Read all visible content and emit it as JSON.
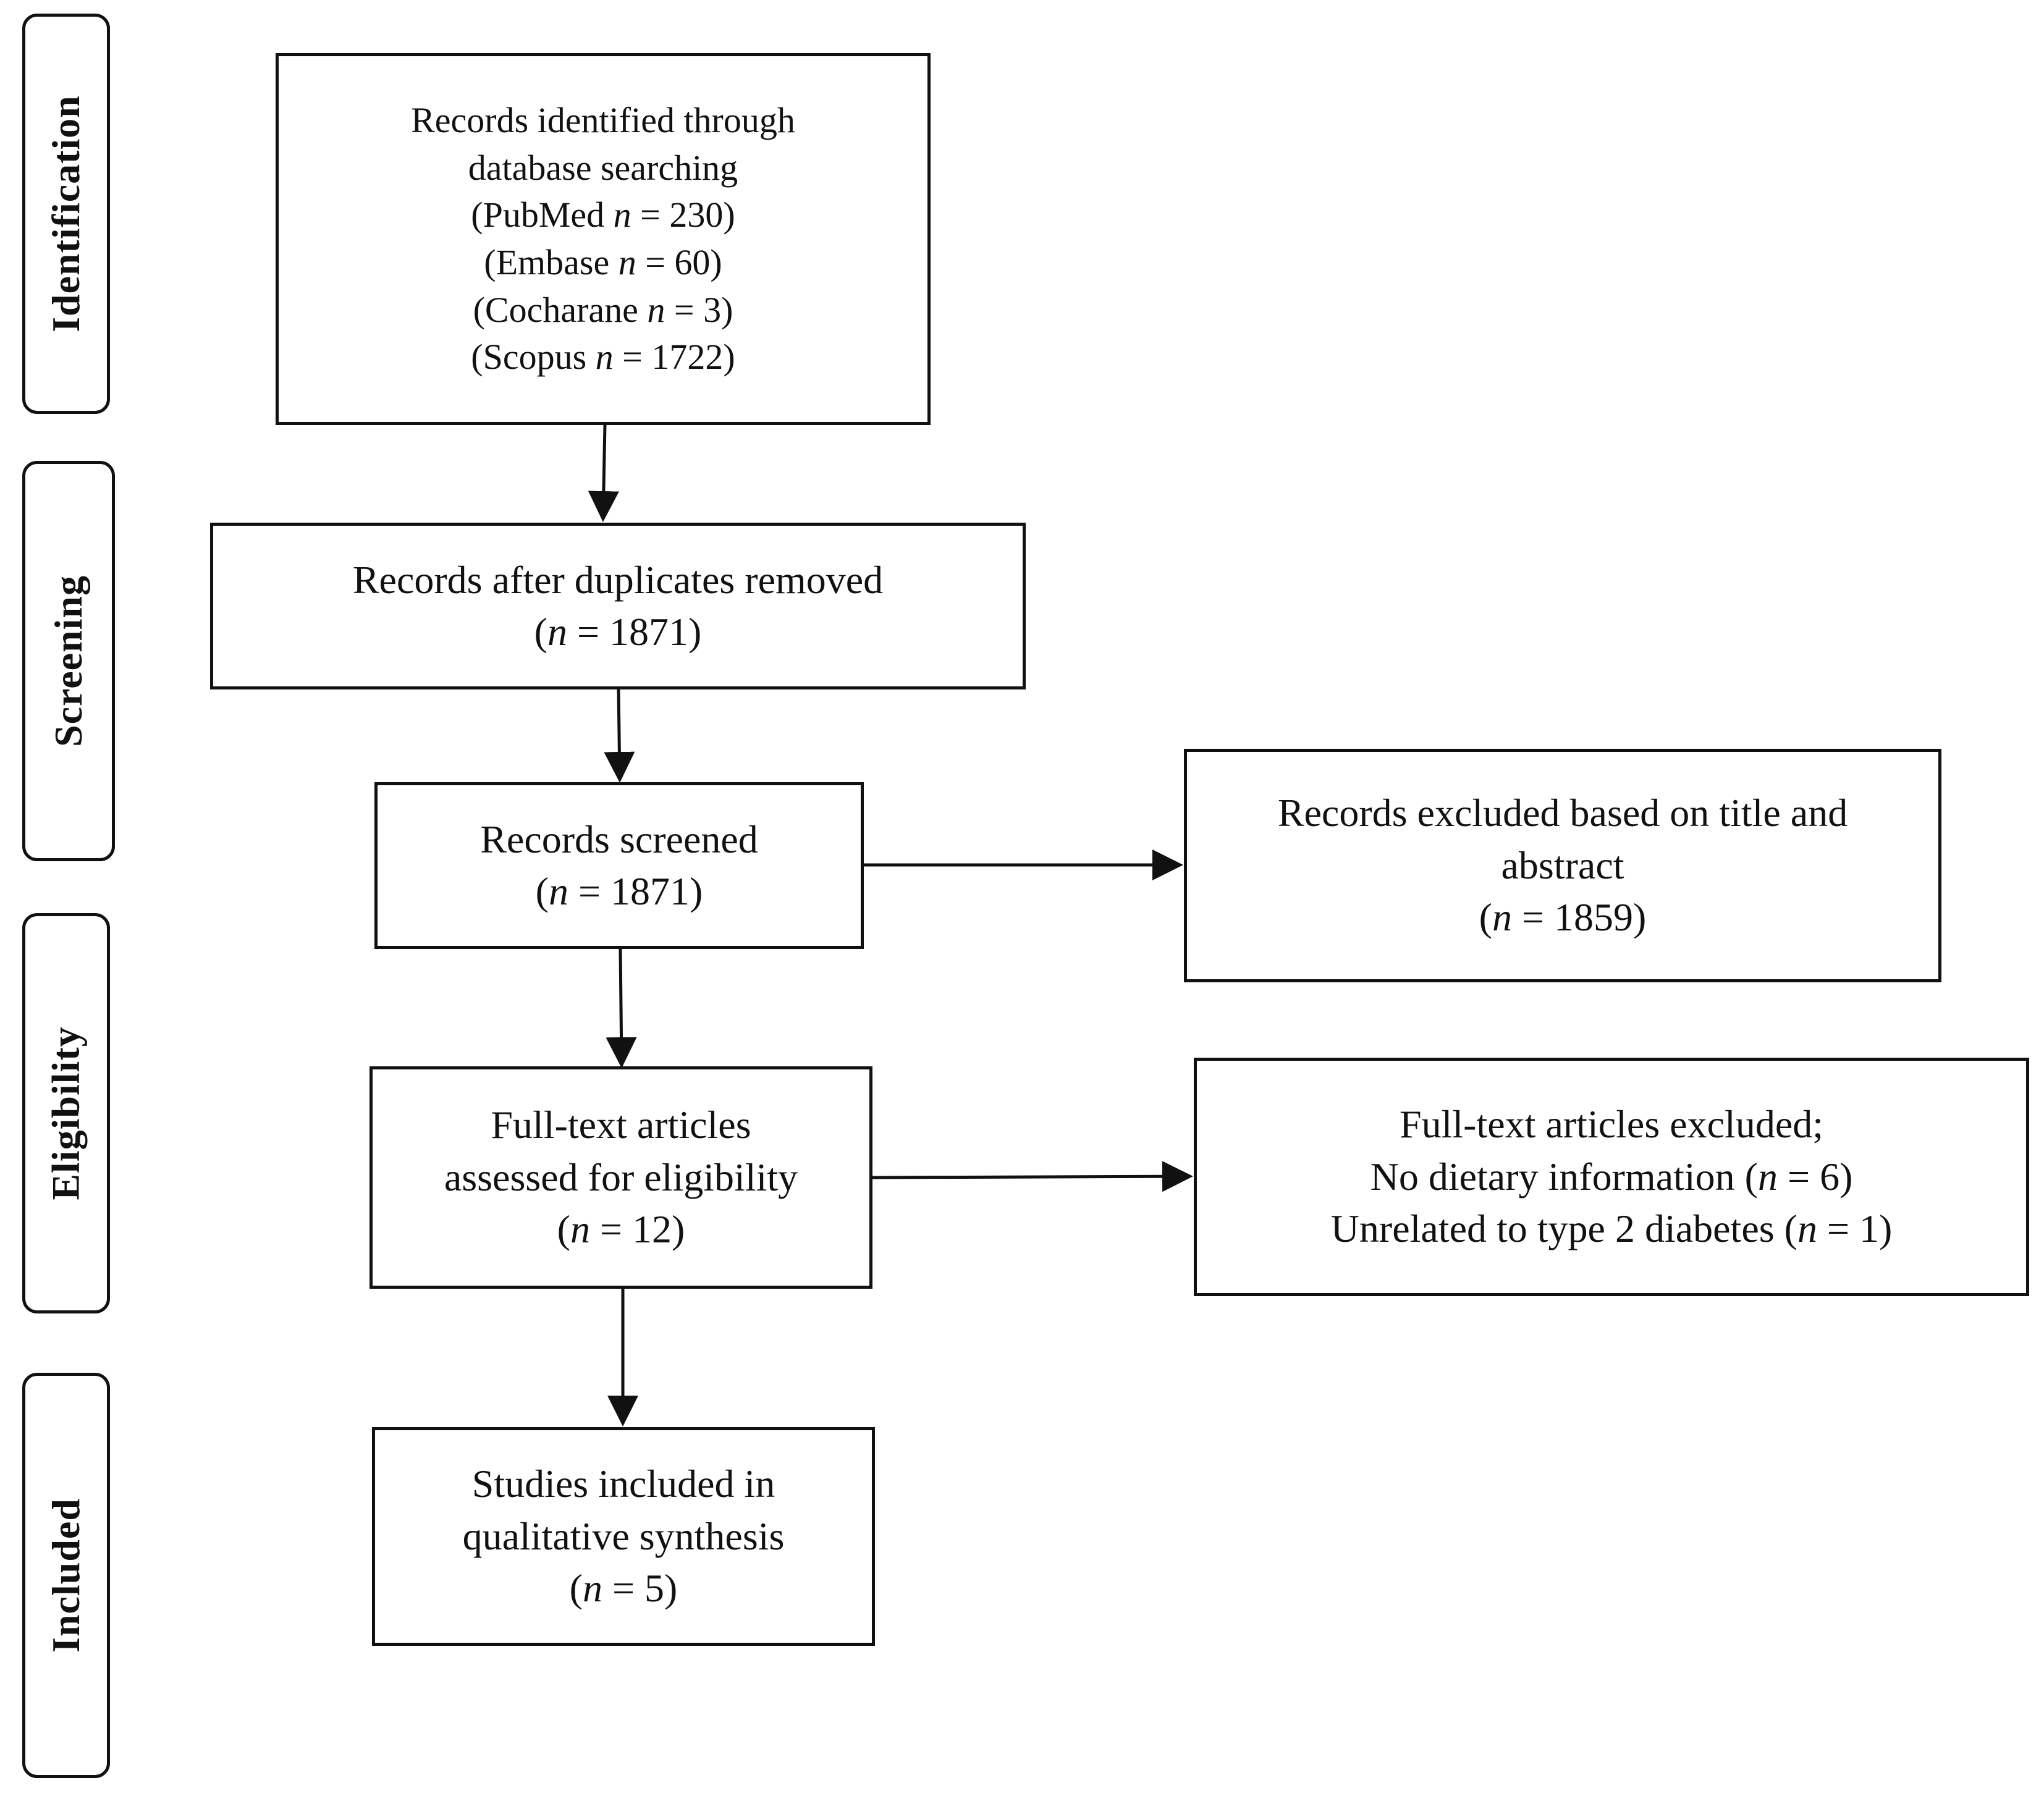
{
  "stages": {
    "identification": "Identification",
    "screening": "Screening",
    "eligibility": "Eligibility",
    "included": "Included"
  },
  "boxes": {
    "identified": {
      "line1": "Records identified through",
      "line2": "database searching",
      "sources": [
        {
          "name": "(PubMed",
          "n_label": "n",
          "value": "= 230)"
        },
        {
          "name": "(Embase",
          "n_label": "n",
          "value": "= 60)"
        },
        {
          "name": "(Cocharane",
          "n_label": "n",
          "value": "= 3)"
        },
        {
          "name": "(Scopus",
          "n_label": "n",
          "value": "= 1722)"
        }
      ]
    },
    "duplicates_removed": {
      "line1": "Records after duplicates removed",
      "open": "(",
      "n_label": "n",
      "value": "= 1871)"
    },
    "screened": {
      "line1": "Records screened",
      "open": "(",
      "n_label": "n",
      "value": "= 1871)"
    },
    "excluded_title_abstract": {
      "line1": "Records excluded based on title and",
      "line2": "abstract",
      "open": "(",
      "n_label": "n",
      "value": "= 1859)"
    },
    "fulltext_assessed": {
      "line1": "Full-text articles",
      "line2": "assessed for eligibility",
      "open": "(",
      "n_label": "n",
      "value": "= 12)"
    },
    "fulltext_excluded": {
      "line1": "Full-text articles excluded;",
      "reason1": {
        "text": "No dietary information (",
        "n_label": "n",
        "value": "= 6)"
      },
      "reason2": {
        "text": "Unrelated to type 2 diabetes (",
        "n_label": "n",
        "value": "= 1)"
      }
    },
    "included_studies": {
      "line1": "Studies included in",
      "line2": "qualitative synthesis",
      "open": "(",
      "n_label": "n",
      "value": "= 5)"
    }
  }
}
